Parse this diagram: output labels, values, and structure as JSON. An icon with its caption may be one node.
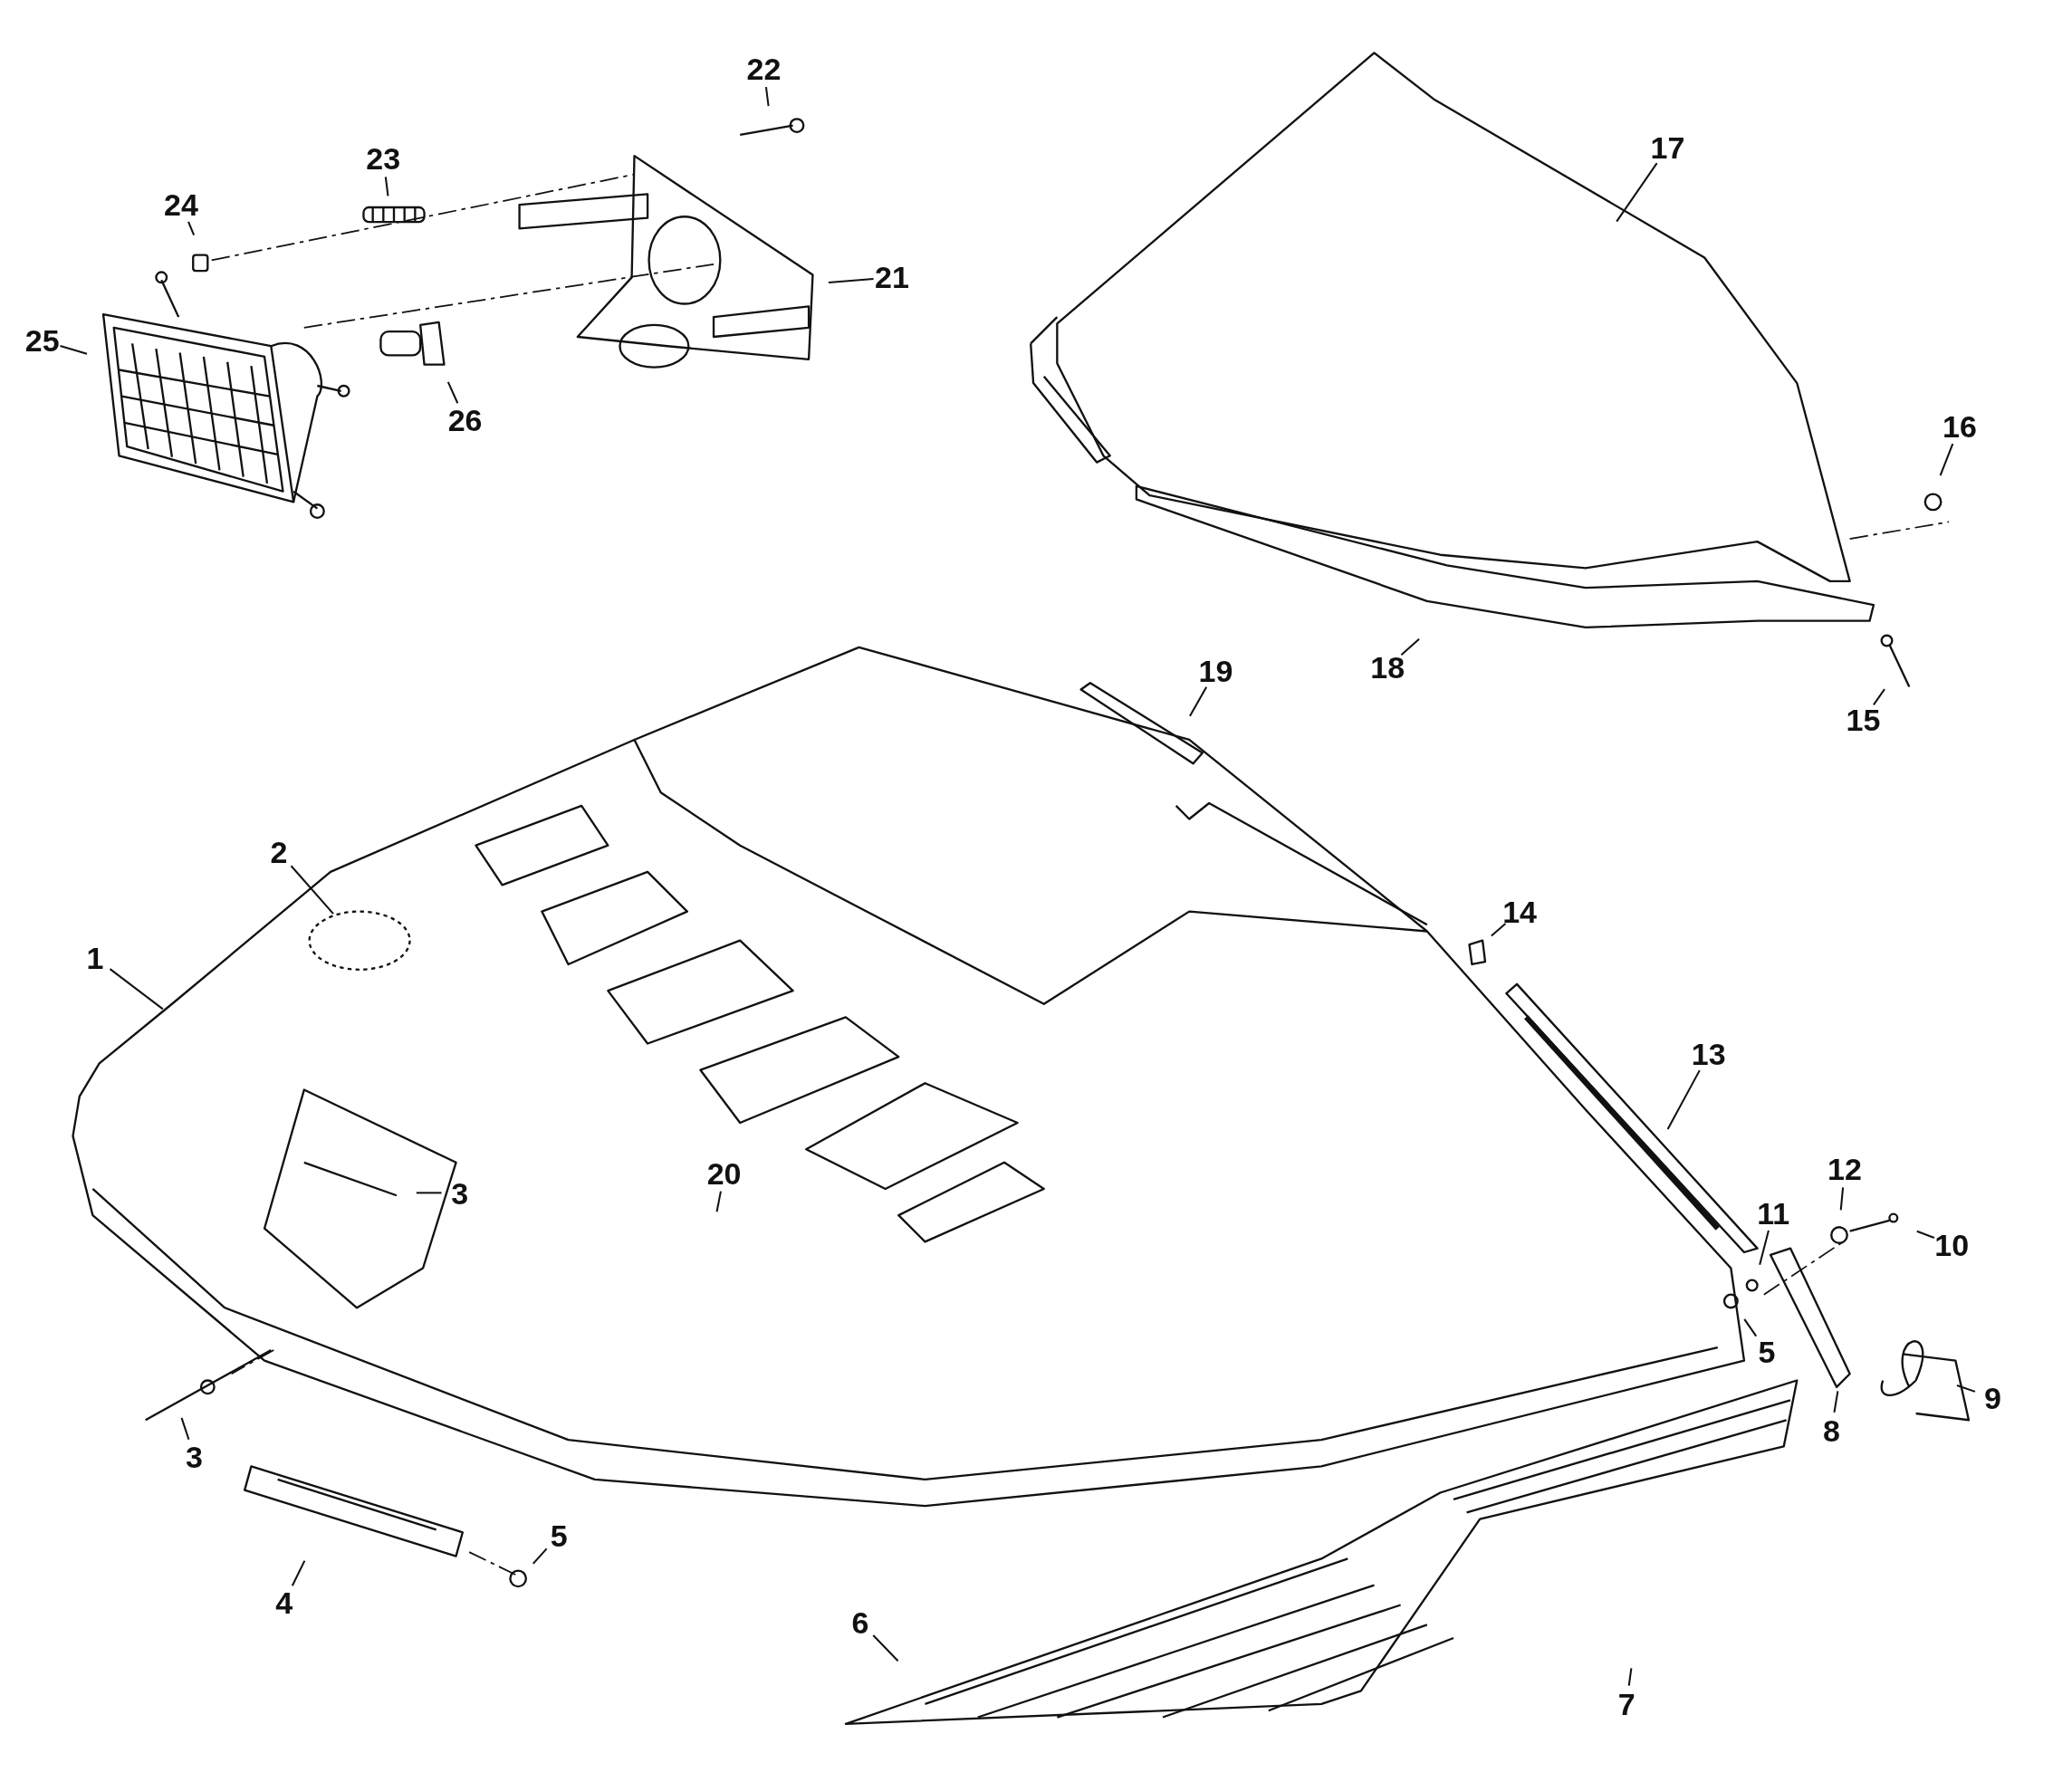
{
  "diagram": {
    "nodes": [
      {
        "text": [
          "22"
        ]
      },
      {
        "text": [
          "23"
        ]
      },
      {
        "text": [
          "24"
        ]
      },
      {
        "text": [
          "21"
        ]
      },
      {
        "text": [
          "17"
        ]
      },
      {
        "text": [
          "25"
        ]
      },
      {
        "text": [
          "26"
        ]
      },
      {
        "text": [
          "16"
        ]
      },
      {
        "text": [
          "18"
        ]
      },
      {
        "text": [
          "15"
        ]
      },
      {
        "text": [
          "19"
        ]
      },
      {
        "text": [
          "2"
        ]
      },
      {
        "text": [
          "14"
        ]
      },
      {
        "text": [
          "1"
        ]
      },
      {
        "text": [
          "13"
        ]
      },
      {
        "text": [
          "12"
        ]
      },
      {
        "text": [
          "20"
        ]
      },
      {
        "text": [
          "3"
        ]
      },
      {
        "text": [
          "11"
        ]
      },
      {
        "text": [
          "10"
        ]
      },
      {
        "text": [
          "5"
        ]
      },
      {
        "text": [
          "9"
        ]
      },
      {
        "text": [
          "8"
        ]
      },
      {
        "text": [
          "3"
        ]
      },
      {
        "text": [
          "5"
        ]
      },
      {
        "text": [
          "4"
        ]
      },
      {
        "text": [
          "6"
        ]
      },
      {
        "text": [
          "7"
        ]
      }
    ],
    "edges": [
      {
        "from": 0,
        "to": null,
        "arrow": "none"
      },
      {
        "from": 1,
        "to": null,
        "arrow": "none"
      },
      {
        "from": 2,
        "to": null,
        "arrow": "none"
      },
      {
        "from": 3,
        "to": null,
        "arrow": "none"
      },
      {
        "from": 4,
        "to": null,
        "arrow": "none"
      },
      {
        "from": 5,
        "to": null,
        "arrow": "none"
      },
      {
        "from": 6,
        "to": null,
        "arrow": "none"
      },
      {
        "from": 7,
        "to": null,
        "arrow": "none"
      },
      {
        "from": 8,
        "to": null,
        "arrow": "none"
      },
      {
        "from": 9,
        "to": null,
        "arrow": "none"
      },
      {
        "from": 10,
        "to": null,
        "arrow": "none"
      },
      {
        "from": 11,
        "to": null,
        "arrow": "none"
      },
      {
        "from": 12,
        "to": null,
        "arrow": "none"
      },
      {
        "from": 13,
        "to": null,
        "arrow": "none"
      },
      {
        "from": 14,
        "to": null,
        "arrow": "none"
      },
      {
        "from": 15,
        "to": null,
        "arrow": "none"
      },
      {
        "from": 16,
        "to": null,
        "arrow": "none"
      },
      {
        "from": 17,
        "to": null,
        "arrow": "none"
      },
      {
        "from": 18,
        "to": null,
        "arrow": "none"
      },
      {
        "from": 19,
        "to": null,
        "arrow": "none"
      },
      {
        "from": 20,
        "to": null,
        "arrow": "none"
      },
      {
        "from": 21,
        "to": null,
        "arrow": "none"
      },
      {
        "from": 22,
        "to": null,
        "arrow": "none"
      },
      {
        "from": 23,
        "to": null,
        "arrow": "none"
      },
      {
        "from": 24,
        "to": null,
        "arrow": "none"
      },
      {
        "from": 25,
        "to": null,
        "arrow": "none"
      },
      {
        "from": 26,
        "to": null,
        "arrow": "none"
      },
      {
        "from": 27,
        "to": null,
        "arrow": "none"
      }
    ]
  }
}
